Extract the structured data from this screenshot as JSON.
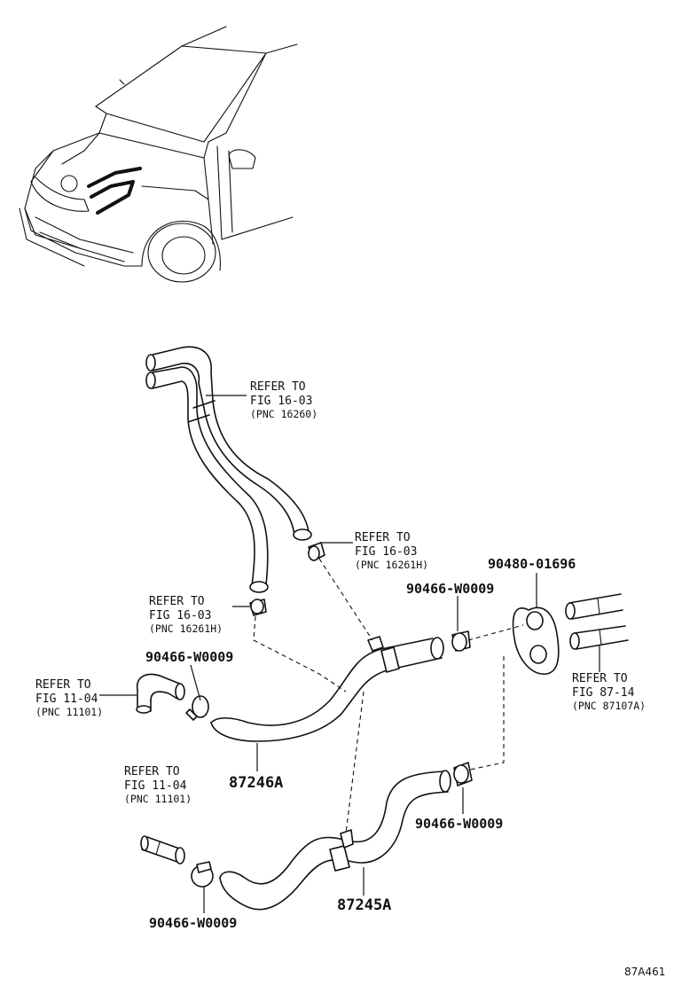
{
  "diagram_code": "87A461",
  "refs": {
    "r1": {
      "line1": "REFER TO",
      "line2": "FIG 16-03",
      "line3": "(PNC 16260)"
    },
    "r2": {
      "line1": "REFER TO",
      "line2": "FIG 16-03",
      "line3": "(PNC 16261H)"
    },
    "r3": {
      "line1": "REFER TO",
      "line2": "FIG 16-03",
      "line3": "(PNC 16261H)"
    },
    "r4": {
      "line1": "REFER TO",
      "line2": "FIG 11-04",
      "line3": "(PNC 11101)"
    },
    "r5": {
      "line1": "REFER TO",
      "line2": "FIG 11-04",
      "line3": "(PNC 11101)"
    },
    "r6": {
      "line1": "REFER TO",
      "line2": "FIG 87-14",
      "line3": "(PNC 87107A)"
    }
  },
  "parts": {
    "clip_a": "90466-W0009",
    "clip_b": "90466-W0009",
    "clip_c": "90466-W0009",
    "clip_d": "90466-W0009",
    "grommet": "90480-01696",
    "hose_upper": "87246A",
    "hose_lower": "87245A"
  }
}
